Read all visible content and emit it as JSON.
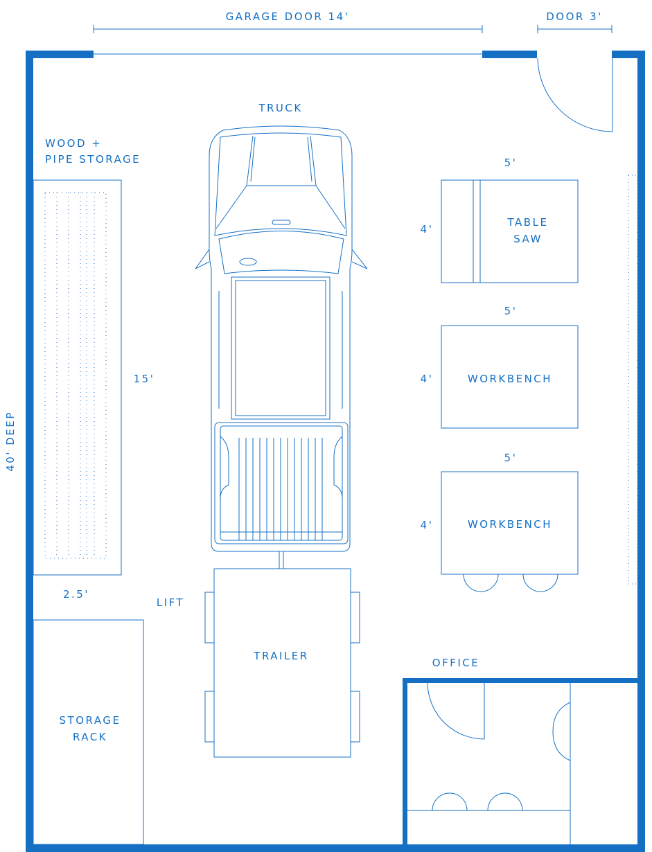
{
  "colors": {
    "wall": "#1570c4",
    "line": "#1570c4",
    "background": "#ffffff"
  },
  "dimensions": {
    "garage_door": "GARAGE DOOR 14'",
    "door": "DOOR 3'",
    "depth": "40' DEEP",
    "rack_width": "15'",
    "rack_depth": "2.5'",
    "table_saw_width": "5'",
    "table_saw_depth": "4'",
    "bench1_width": "5'",
    "bench1_depth": "4'",
    "bench2_width": "5'",
    "bench2_depth": "4'"
  },
  "labels": {
    "truck": "TRUCK",
    "wood_storage_line1": "WOOD +",
    "wood_storage_line2": "PIPE STORAGE",
    "table_saw_line1": "TABLE",
    "table_saw_line2": "SAW",
    "workbench_1": "WORKBENCH",
    "workbench_2": "WORKBENCH",
    "lift": "LIFT",
    "trailer": "TRAILER",
    "office": "OFFICE",
    "storage_rack_line1": "STORAGE",
    "storage_rack_line2": "RACK"
  },
  "icons": [
    "pickup-truck-icon",
    "door-swing-icon",
    "chair-icon",
    "sink-icon"
  ]
}
